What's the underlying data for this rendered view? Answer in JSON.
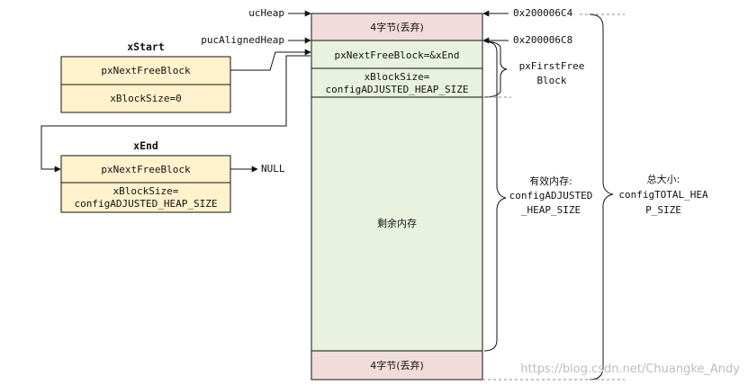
{
  "colors": {
    "cream": "#fff2cc",
    "pale_green": "#e9f2df",
    "pink": "#f2dcdb",
    "stroke": "#111111",
    "dashed": "#888888",
    "watermark": "#bdbdbd"
  },
  "heap": {
    "top_block": "4字节(丢弃)",
    "next_free_field": "pxNextFreeBlock=&xEnd",
    "block_size_line1": "xBlockSize=",
    "block_size_line2": "configADJUSTED_HEAP_SIZE",
    "remaining": "剩余内存",
    "bottom_block": "4字节(丢弃)"
  },
  "pointers": {
    "ucHeap": "ucHeap",
    "pucAlignedHeap": "pucAlignedHeap"
  },
  "addresses": {
    "start": "0x200006C4",
    "aligned": "0x200006C8"
  },
  "xStart": {
    "title": "xStart",
    "next_free": "pxNextFreeBlock",
    "block_size": "xBlockSize=0"
  },
  "xEnd": {
    "title": "xEnd",
    "next_free": "pxNextFreeBlock",
    "block_size_line1": "xBlockSize=",
    "block_size_line2": "configADJUSTED_HEAP_SIZE",
    "null_label": "NULL"
  },
  "annotations": {
    "first_free_line1": "pxFirstFree",
    "first_free_line2": "Block",
    "effective_line1": "有效内存:",
    "effective_line2": "configADJUSTED",
    "effective_line3": "_HEAP_SIZE",
    "total_line1": "总大小:",
    "total_line2": "configTOTAL_HEA",
    "total_line3": "P_SIZE"
  },
  "watermark": "https://blog.csdn.net/Chuangke_Andy"
}
